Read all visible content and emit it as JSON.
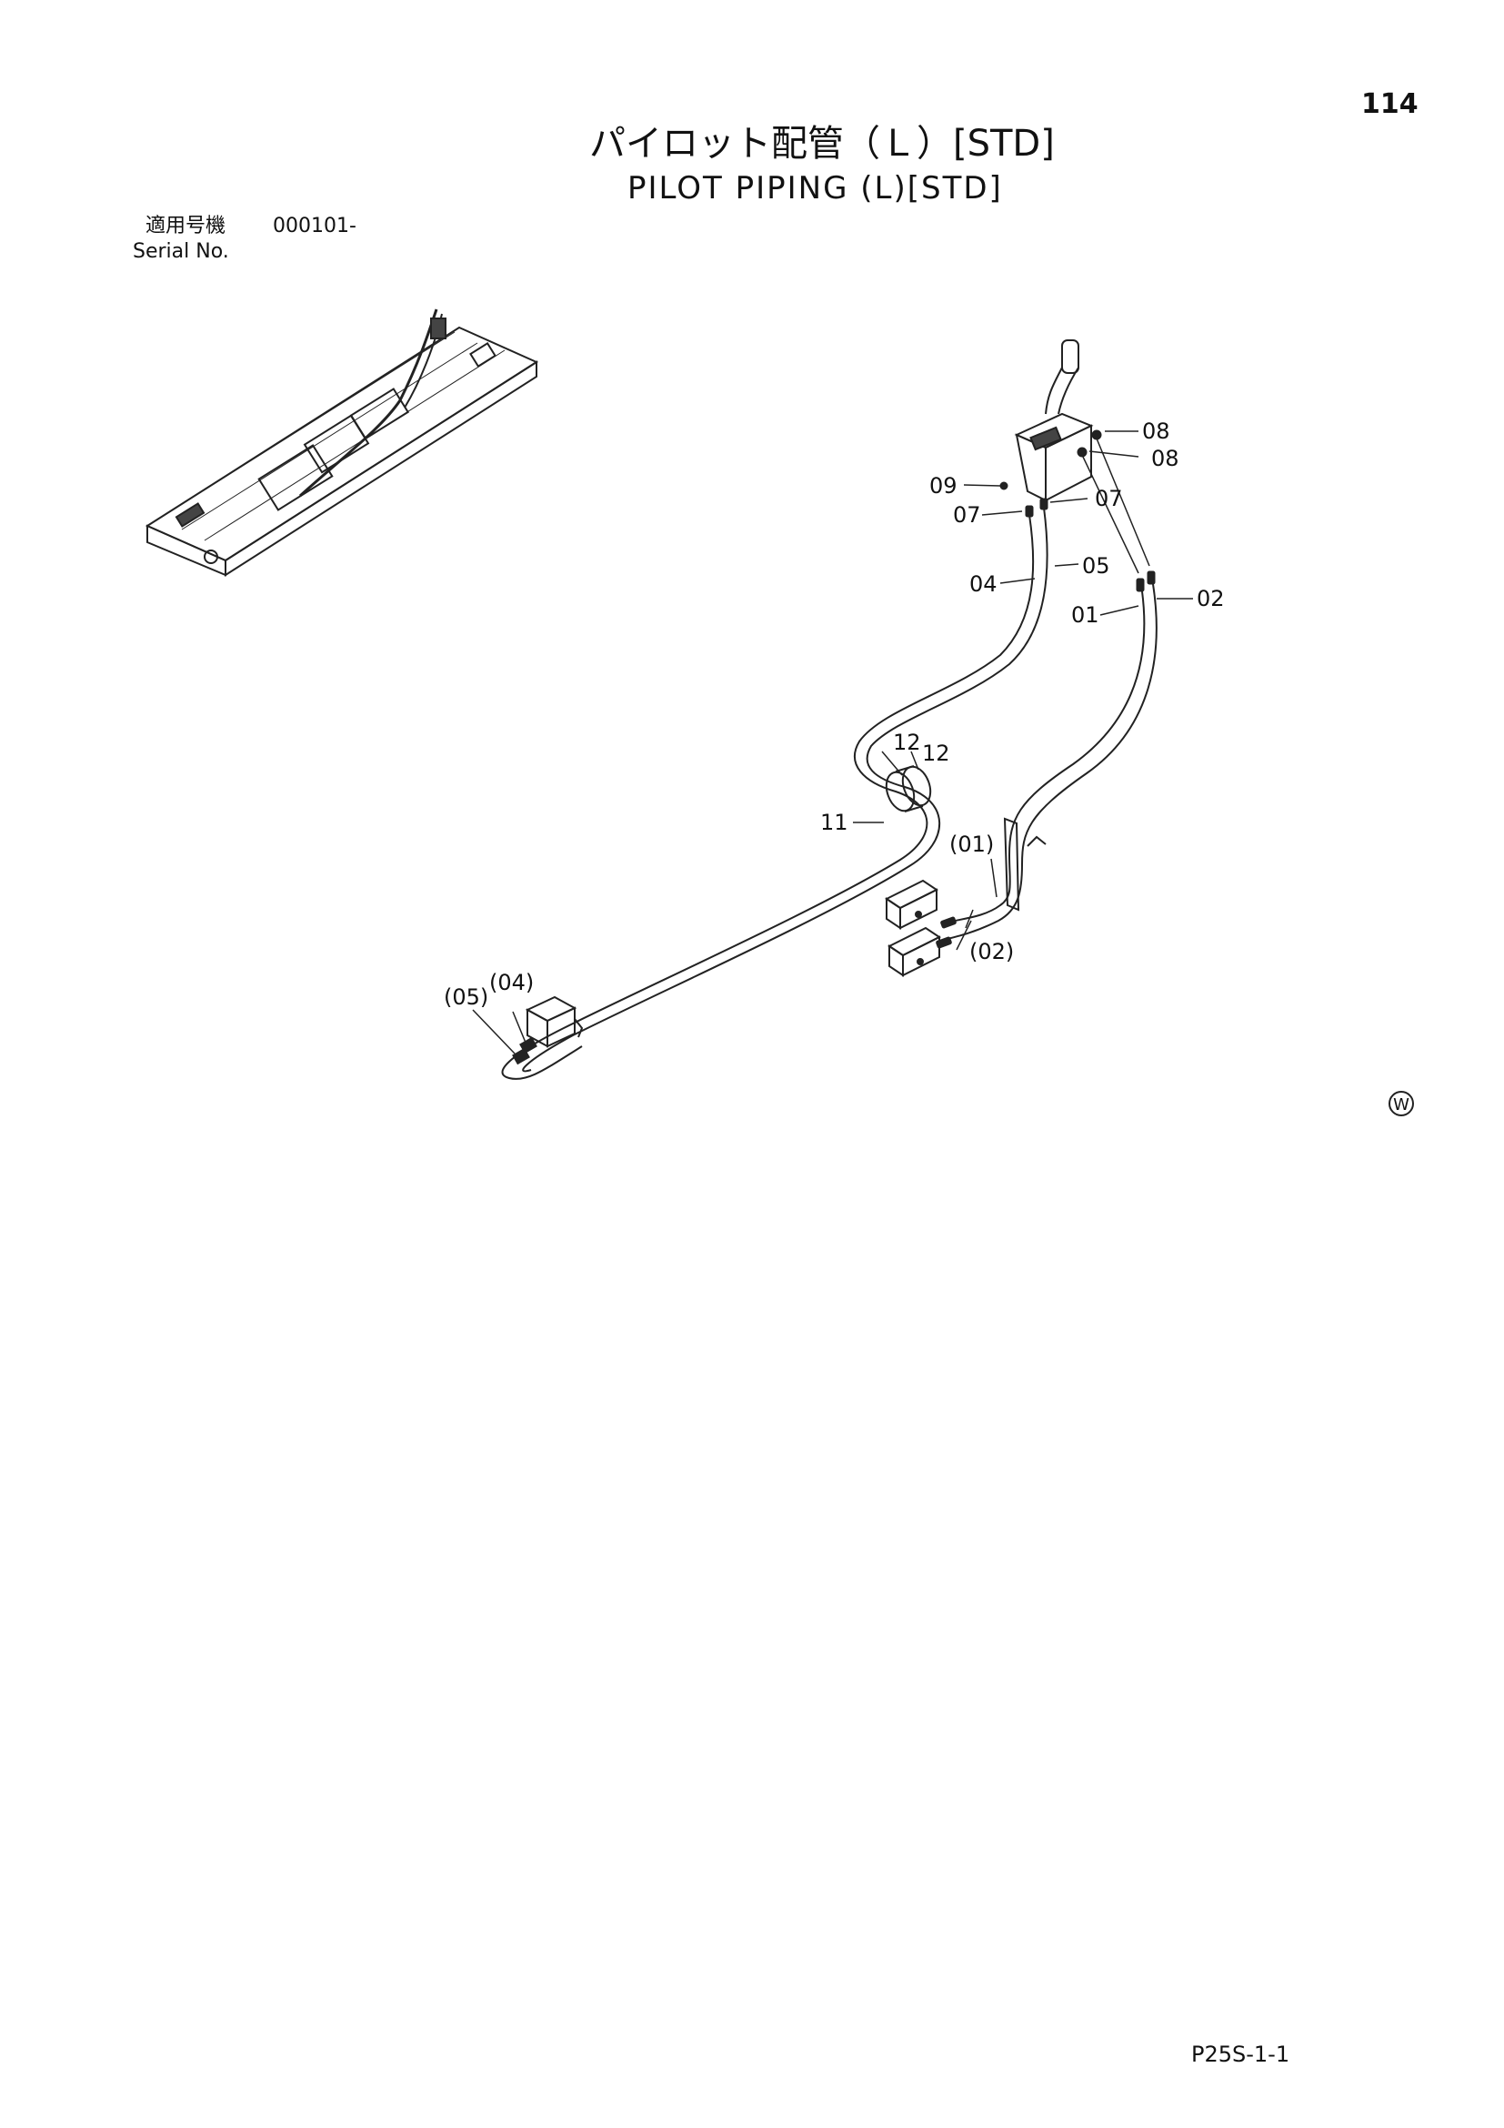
{
  "page_number": "114",
  "title_jp": "パイロット配管（Ｌ）[STD]",
  "title_en": "PILOT PIPING (L)[STD]",
  "serial_label_jp": "適用号機",
  "serial_value": "000101-",
  "serial_label_en": "Serial No.",
  "diagram_code": "P25S-1-1",
  "mark_symbol": "W",
  "callouts": {
    "c08a": "08",
    "c08b": "08",
    "c09": "09",
    "c07a": "07",
    "c07b": "07",
    "c05": "05",
    "c04": "04",
    "c01": "01",
    "c02": "02",
    "c12a": "12",
    "c12b": "12",
    "c11": "11",
    "c01p": "(01)",
    "c02p": "(02)",
    "c05p": "(05)",
    "c04p": "(04)"
  }
}
